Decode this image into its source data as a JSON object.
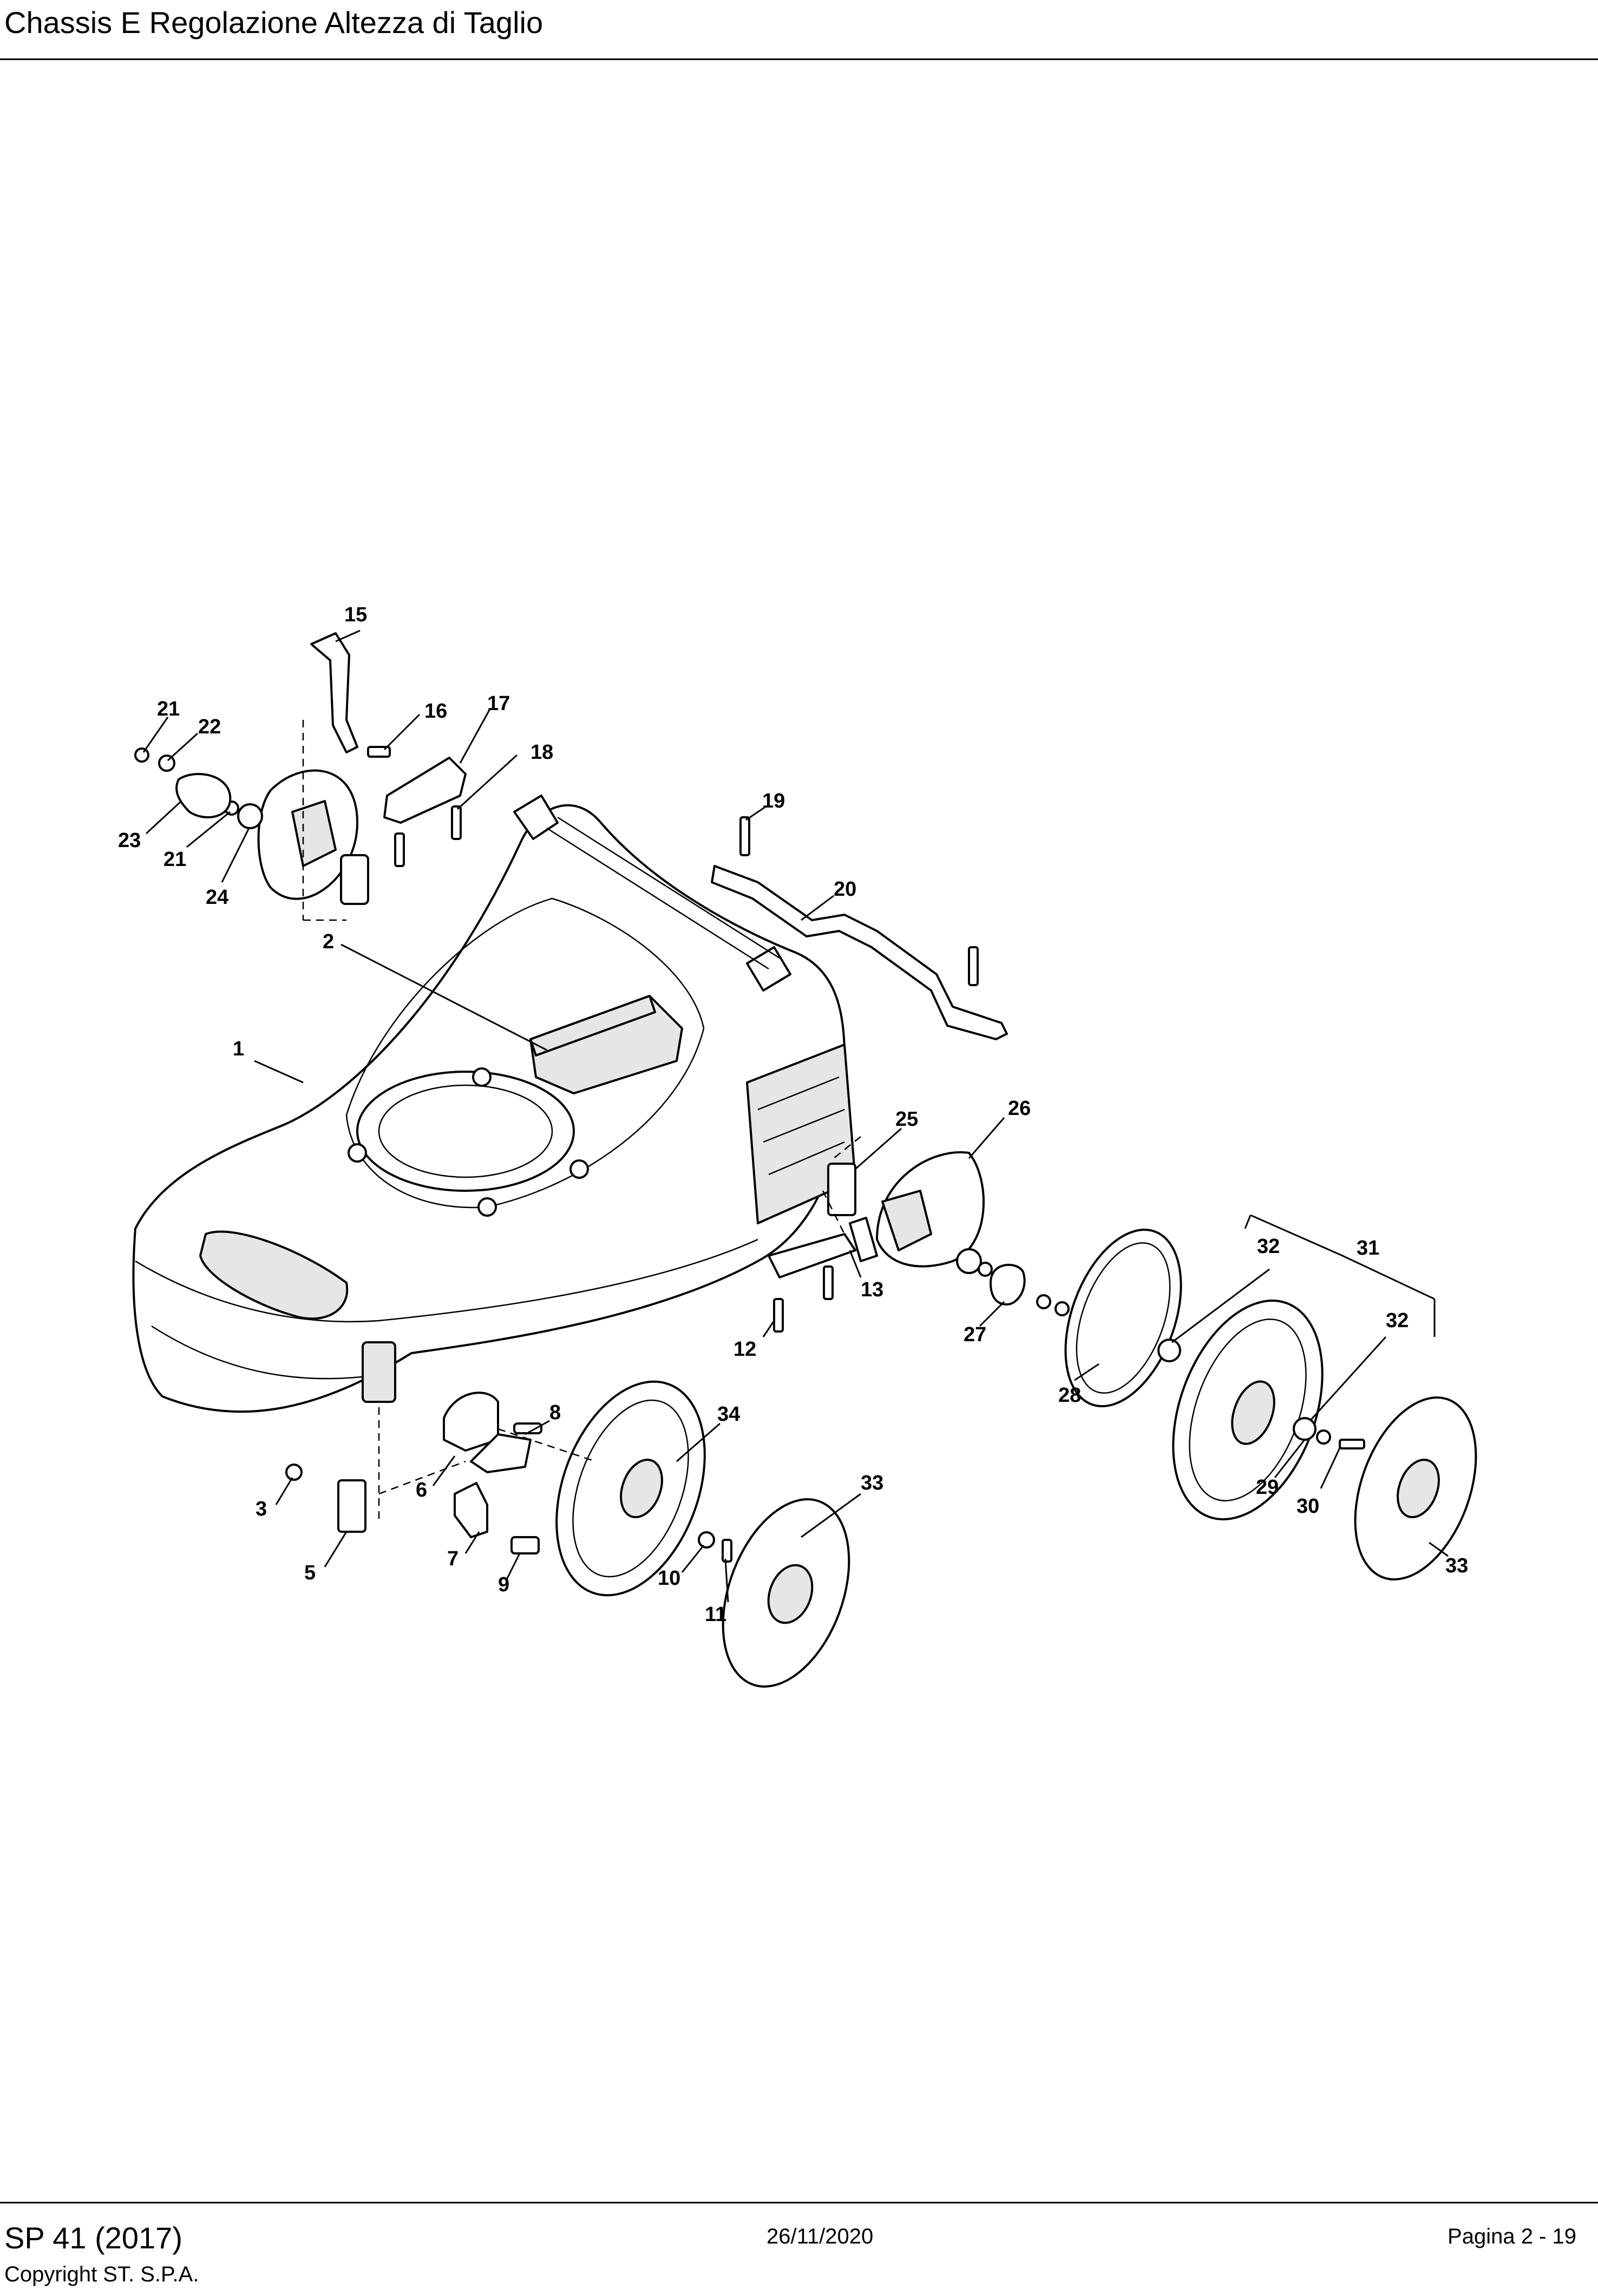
{
  "header": {
    "title": "Chassis E Regolazione Altezza di Taglio"
  },
  "footer": {
    "model": "SP 41 (2017)",
    "copyright": "Copyright ST. S.P.A.",
    "date": "26/11/2020",
    "page": "Pagina 2 - 19"
  },
  "callouts": [
    "1",
    "2",
    "3",
    "5",
    "6",
    "7",
    "8",
    "9",
    "10",
    "11",
    "12",
    "13",
    "15",
    "16",
    "17",
    "18",
    "19",
    "20",
    "21",
    "22",
    "23",
    "21",
    "24",
    "25",
    "26",
    "27",
    "28",
    "29",
    "30",
    "31",
    "32",
    "32",
    "33",
    "33",
    "34"
  ]
}
